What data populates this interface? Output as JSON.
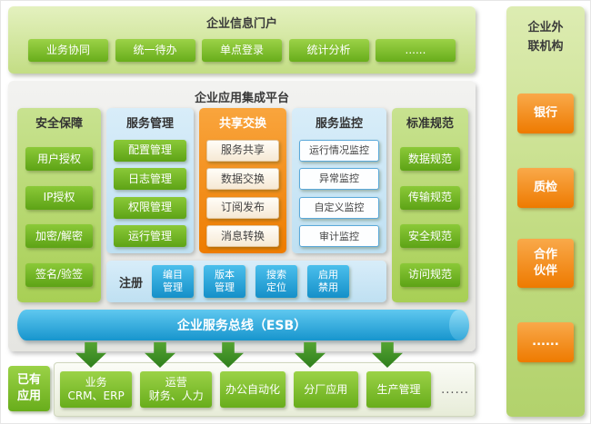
{
  "portal": {
    "title": "企业信息门户",
    "items": [
      "业务协同",
      "统一待办",
      "单点登录",
      "统计分析",
      "......"
    ]
  },
  "platform": {
    "title": "企业应用集成平台",
    "security": {
      "header": "安全保障",
      "items": [
        "用户授权",
        "IP授权",
        "加密/解密",
        "签名/验签"
      ]
    },
    "service_mgmt": {
      "header": "服务管理",
      "items": [
        "配置管理",
        "日志管理",
        "权限管理",
        "运行管理"
      ]
    },
    "share_exchange": {
      "header": "共享交换",
      "items": [
        "服务共享",
        "数据交换",
        "订阅发布",
        "消息转换"
      ]
    },
    "service_monitor": {
      "header": "服务监控",
      "items": [
        "运行情况监控",
        "异常监控",
        "自定义监控",
        "审计监控"
      ]
    },
    "standards": {
      "header": "标准规范",
      "items": [
        "数据规范",
        "传输规范",
        "安全规范",
        "访问规范"
      ]
    },
    "register": {
      "label": "注册",
      "items": [
        "编目\n管理",
        "版本\n管理",
        "搜索\n定位",
        "启用\n禁用"
      ]
    },
    "esb_label": "企业服务总线（ESB）"
  },
  "existing_apps": {
    "label": "已有\n应用",
    "items": [
      "业务\nCRM、ERP",
      "运营\n财务、人力",
      "办公自动化",
      "分厂应用",
      "生产管理"
    ],
    "more": "......"
  },
  "external": {
    "title": "企业外\n联机构",
    "items": [
      "银行",
      "质检",
      "合作\n伙伴",
      "......"
    ]
  },
  "colors": {
    "green_button": "#68ad1b",
    "light_green_panel": "#c3dd84",
    "blue_panel": "#bfe0f2",
    "register_blue": "#1590c9",
    "esb_blue": "#1795cd",
    "orange": "#ee7c00",
    "arrow_green": "#2e7e1c",
    "gray_panel": "#e5e5e1"
  }
}
